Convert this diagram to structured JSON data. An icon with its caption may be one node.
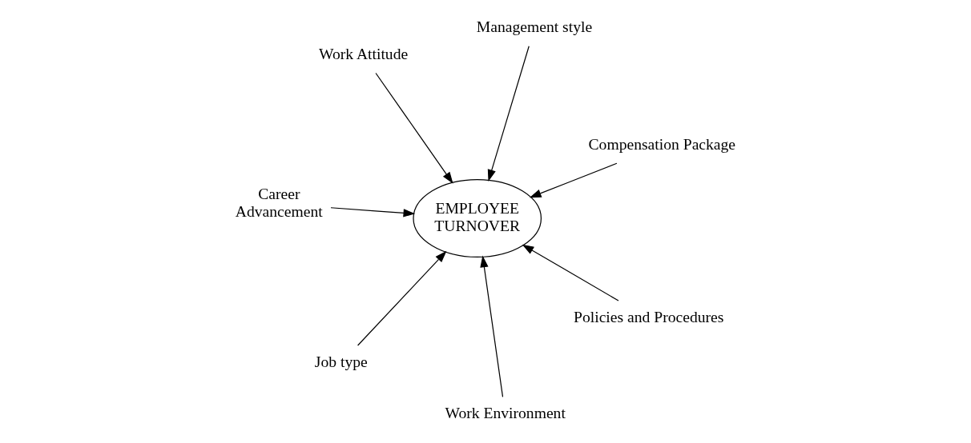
{
  "diagram": {
    "nodes": [
      {
        "text": [
          "Work Attitude"
        ]
      },
      {
        "text": [
          "Compensation Package"
        ]
      },
      {
        "text": [
          "Work Environment"
        ]
      },
      {
        "text": [
          "EMPLOYEE TURNOVER"
        ]
      },
      {
        "text": [
          "Management style"
        ]
      },
      {
        "text": [
          "Career Advancement"
        ]
      },
      {
        "text": [
          "Job type"
        ]
      },
      {
        "text": [
          "Policies and Procedures"
        ]
      }
    ],
    "edges": [
      {
        "from": 0,
        "to": 3,
        "arrow": "to"
      },
      {
        "from": 1,
        "to": 3,
        "arrow": "to"
      },
      {
        "from": 2,
        "to": 3,
        "arrow": "to"
      },
      {
        "from": 4,
        "to": 3,
        "arrow": "to"
      },
      {
        "from": 5,
        "to": 3,
        "arrow": "to"
      },
      {
        "from": 6,
        "to": 3,
        "arrow": "to"
      },
      {
        "from": 7,
        "to": 3,
        "arrow": "to"
      }
    ]
  }
}
